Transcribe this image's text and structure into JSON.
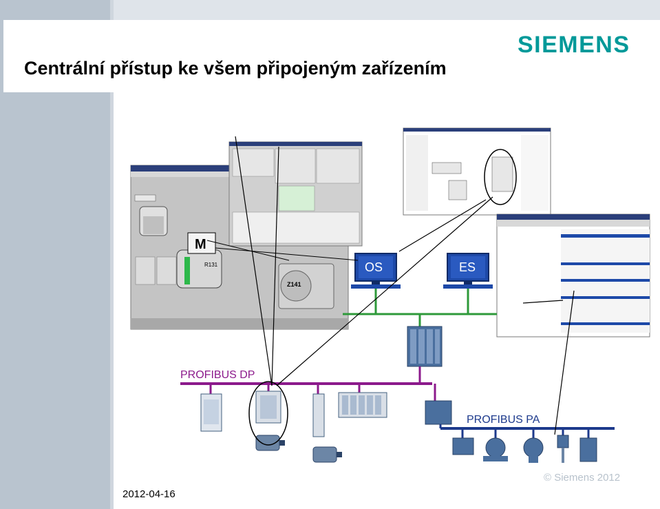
{
  "slide": {
    "title": "Centrální přístup ke všem připojeným zařízením",
    "logo": "SIEMENS",
    "date": "2012-04-16",
    "copyright": "© Siemens 2012"
  },
  "network": {
    "os_label": "OS",
    "es_label": "ES",
    "profibus_dp": "PROFIBUS DP",
    "profibus_pa": "PROFIBUS PA"
  },
  "scada": {
    "reactor_label": "R131",
    "motor_label": "M",
    "pump_label": "Z141"
  },
  "colors": {
    "brand": "#009999",
    "profibus_dp": "#8c1a8c",
    "profibus_pa": "#1d3a8c",
    "industrial_ethernet": "#2e9a3a",
    "screen_blue": "#1d49a8"
  }
}
